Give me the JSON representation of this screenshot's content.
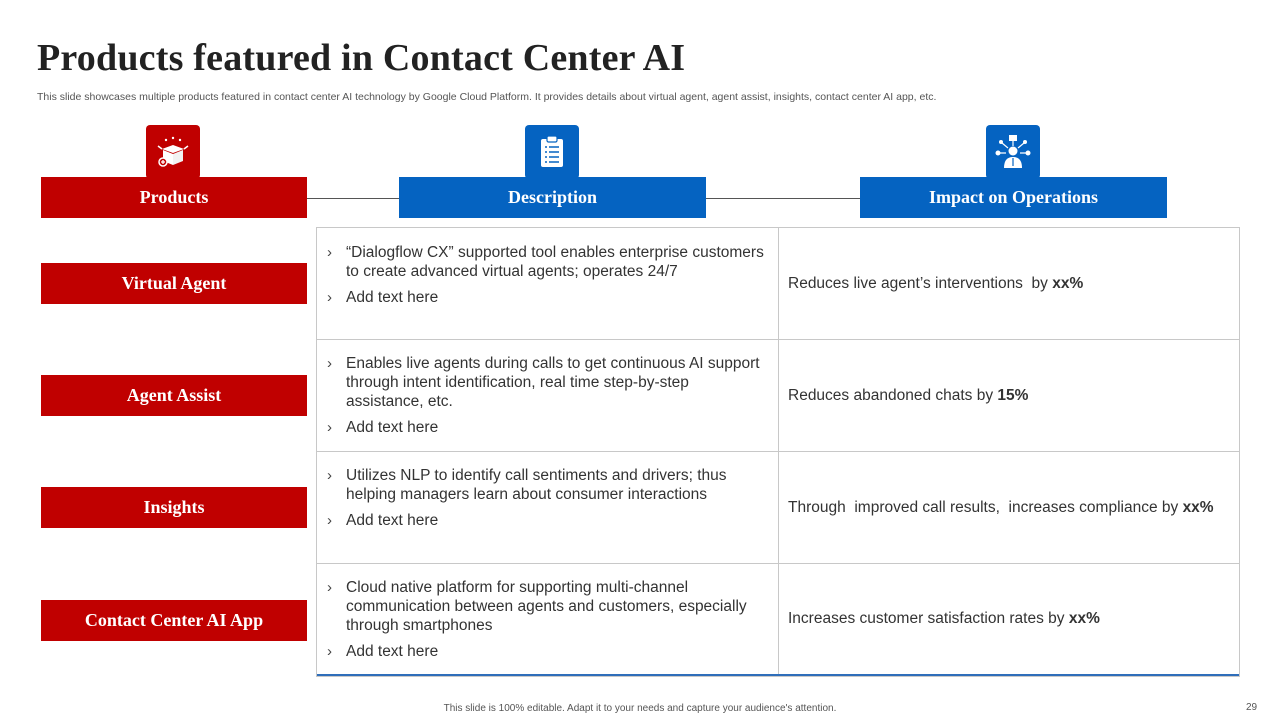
{
  "title": "Products featured in Contact Center AI",
  "subtitle": "This slide showcases multiple products featured in contact center AI  technology by Google Cloud Platform. It provides details about virtual agent, agent assist, insights, contact center AI  app, etc.",
  "icons": [
    "gift-box-icon",
    "clipboard-list-icon",
    "network-person-icon"
  ],
  "headers": {
    "products": "Products",
    "description": "Description",
    "impact": "Impact on Operations"
  },
  "chevron": "›",
  "rows": [
    {
      "product": "Virtual Agent",
      "bullets": [
        "“Dialogflow CX” supported tool enables enterprise customers to create advanced virtual agents; operates 24/7",
        "Add text here"
      ],
      "impact_text": "Reduces live agent’s interventions  by ",
      "impact_value": "xx%"
    },
    {
      "product": "Agent Assist",
      "bullets": [
        "Enables live agents during calls to get continuous AI support through intent identification, real time step-by-step assistance, etc.",
        "Add text here"
      ],
      "impact_text": "Reduces abandoned chats by ",
      "impact_value": "15%"
    },
    {
      "product": "Insights",
      "bullets": [
        "Utilizes NLP to identify call sentiments and drivers; thus helping managers learn about consumer interactions",
        "Add text here"
      ],
      "impact_text": "Through  improved call results,  increases compliance by ",
      "impact_value": "xx%"
    },
    {
      "product": "Contact Center AI App",
      "bullets": [
        "Cloud native platform for supporting multi-channel communication between agents and customers, especially through smartphones",
        "Add text here"
      ],
      "impact_text": "Increases customer satisfaction rates by ",
      "impact_value": "xx%"
    }
  ],
  "footer": "This slide is 100% editable.  Adapt it to your needs and capture your audience's attention.",
  "page_number": "29",
  "colors": {
    "red": "#c00000",
    "blue": "#0563c1",
    "border": "#c8c8c8"
  }
}
